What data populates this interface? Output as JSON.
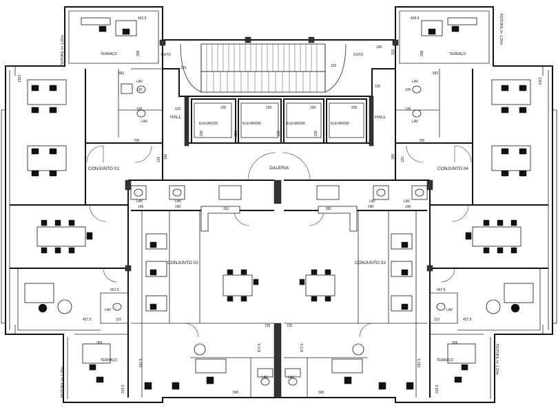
{
  "labels": {
    "conjunto_01": "CONJUNTO 01",
    "conjunto_02": "CONJUNTO 02",
    "conjunto_03": "CONJUNTO 03",
    "conjunto_04": "CONJUNTO 04",
    "galeria": "GALERIA",
    "hall": "HALL",
    "elevador": "ELEVADOR",
    "duto": "DUTO",
    "lav": "LAV",
    "terraco": "TERRAÇO",
    "peitoril": "PEITORIL h= 1,20m"
  },
  "dims": {
    "d426_5": "426.5",
    "d258": "258",
    "d1303": "1303",
    "d581": "581",
    "d135": "135",
    "d120": "120",
    "d205": "205",
    "d230": "230",
    "d705": "705",
    "d231": "231",
    "d180": "180",
    "d145": "145",
    "d118": "118",
    "d140": "140",
    "d331": "331",
    "d381": "381",
    "d567_5": "567.5",
    "d427_5": "427.5",
    "d269": "269",
    "d931_5": "931.5",
    "d315_5": "315.5",
    "d726": "726",
    "d872_5": "872.5",
    "d590": "590",
    "d110": "110"
  }
}
